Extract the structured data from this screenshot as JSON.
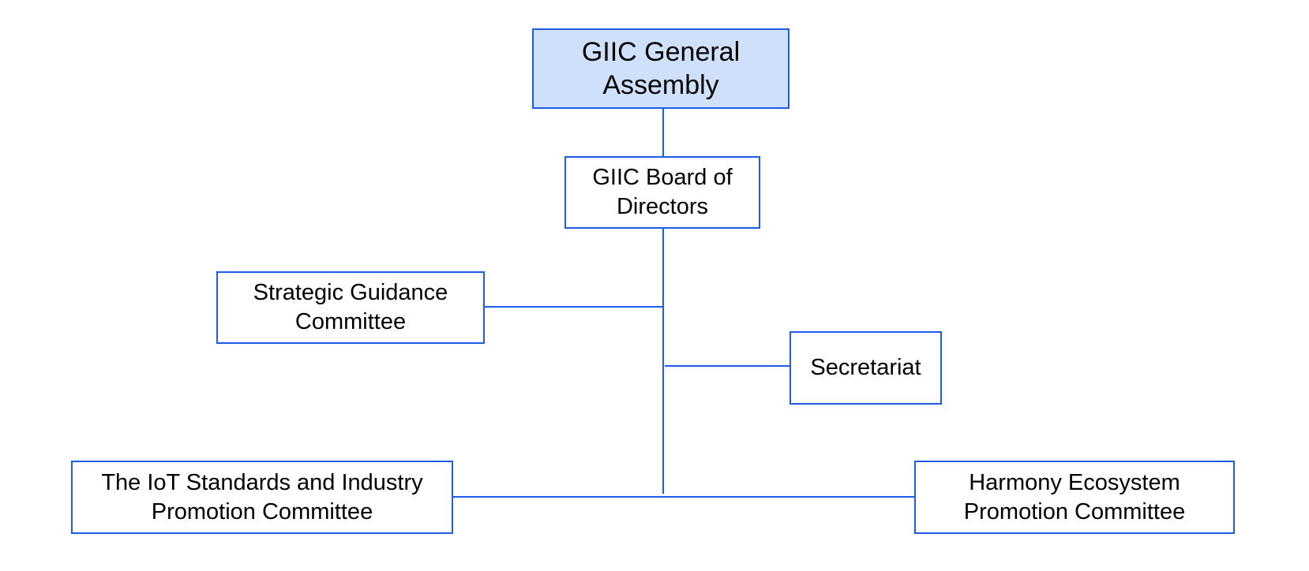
{
  "diagram": {
    "colors": {
      "border": "#1f5ce6",
      "connector": "#1f5ce6",
      "top_fill": "#cfe0fb",
      "box_fill": "#ffffff",
      "text": "#000000"
    },
    "nodes": {
      "general_assembly": "GIIC General\nAssembly",
      "board_of_directors": "GIIC Board of\nDirectors",
      "strategic_guidance_committee": "Strategic Guidance\nCommittee",
      "secretariat": "Secretariat",
      "iot_standards_committee": "The IoT Standards and Industry\nPromotion Committee",
      "harmony_ecosystem_committee": "Harmony Ecosystem\nPromotion Committee"
    }
  }
}
